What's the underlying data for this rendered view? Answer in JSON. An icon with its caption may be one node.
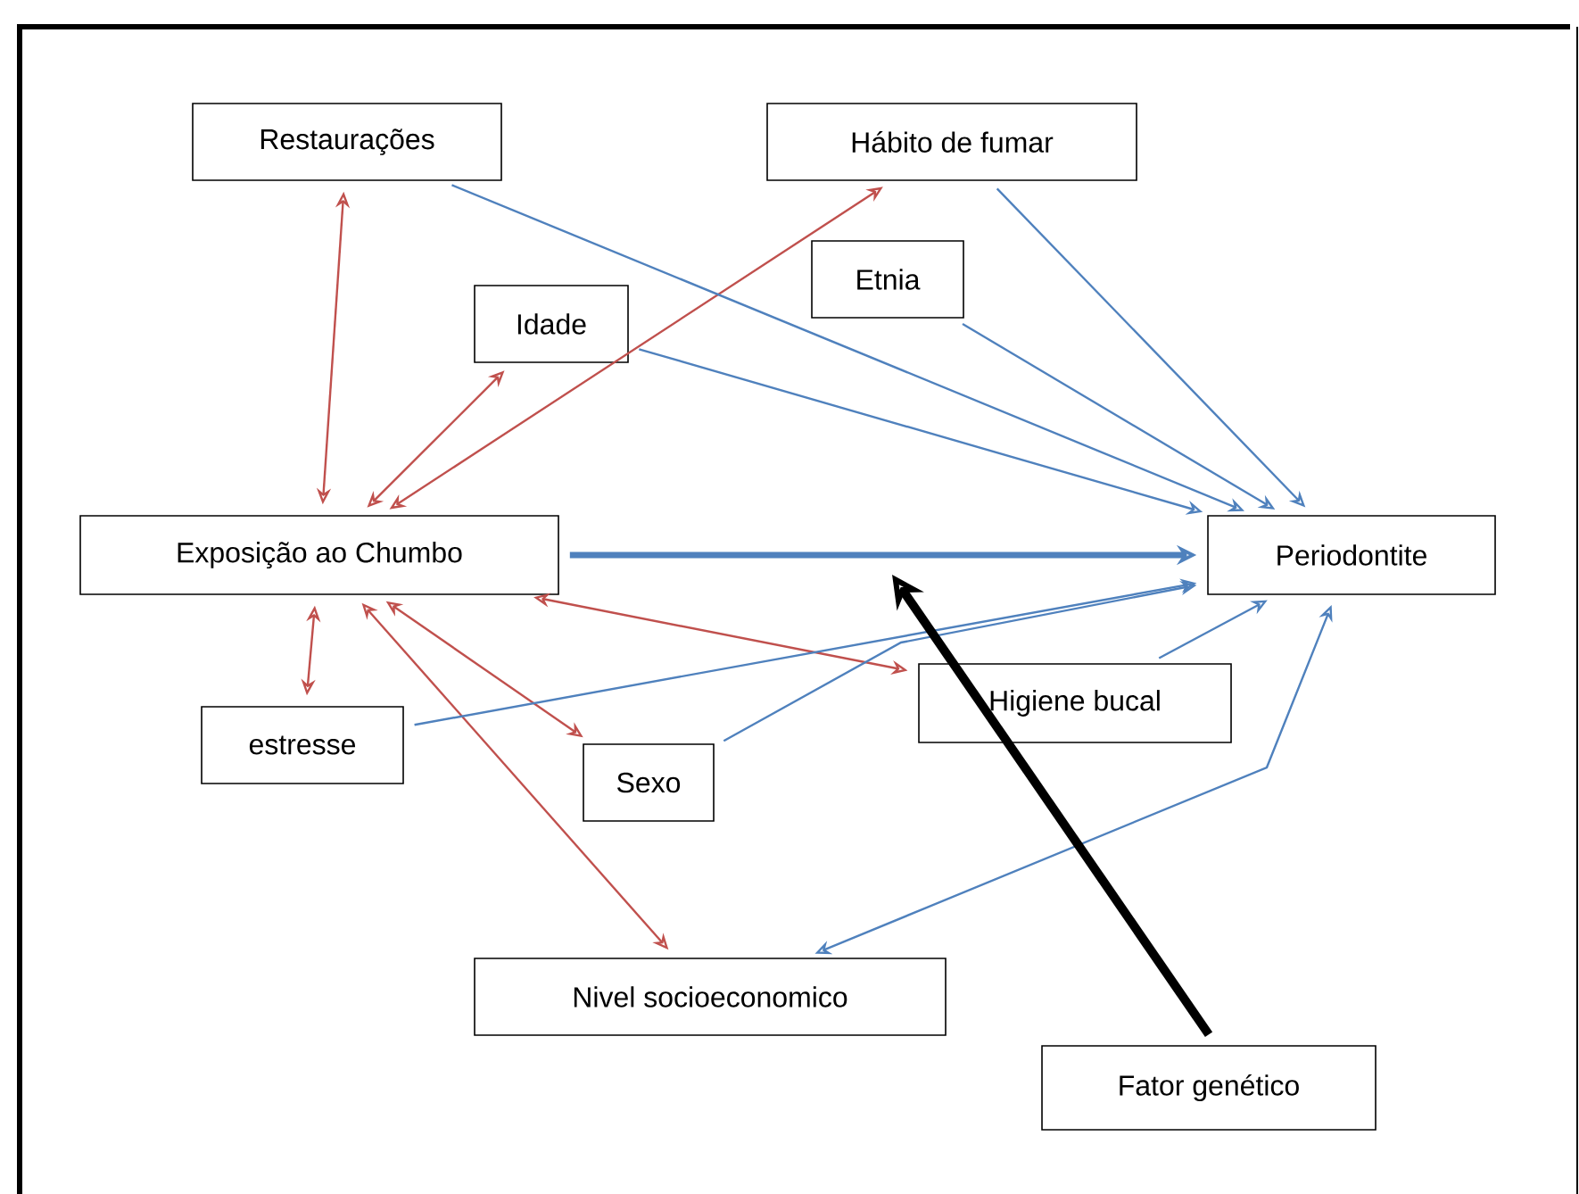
{
  "diagram": {
    "nodes": [
      {
        "text": [
          "Restaurações"
        ]
      },
      {
        "text": [
          "Hábito de fumar"
        ]
      },
      {
        "text": [
          "Etnia"
        ]
      },
      {
        "text": [
          "Idade"
        ]
      },
      {
        "text": [
          "Exposição ao Chumbo"
        ]
      },
      {
        "text": [
          "Periodontite"
        ]
      },
      {
        "text": [
          "Higiene bucal"
        ]
      },
      {
        "text": [
          "estresse"
        ]
      },
      {
        "text": [
          "Sexo"
        ]
      },
      {
        "text": [
          "Nivel socioeconomico"
        ]
      },
      {
        "text": [
          "Fator genético"
        ]
      }
    ],
    "edges": [
      {
        "from": 4,
        "to": 0,
        "arrow": "both",
        "color": "#c0504d"
      },
      {
        "from": 4,
        "to": 3,
        "arrow": "both",
        "color": "#c0504d"
      },
      {
        "from": 4,
        "to": 1,
        "arrow": "both",
        "color": "#c0504d"
      },
      {
        "from": 4,
        "to": 7,
        "arrow": "both",
        "color": "#c0504d"
      },
      {
        "from": 4,
        "to": 8,
        "arrow": "both",
        "color": "#c0504d"
      },
      {
        "from": 4,
        "to": 6,
        "arrow": "both",
        "color": "#c0504d"
      },
      {
        "from": 4,
        "to": 9,
        "arrow": "both",
        "color": "#c0504d"
      },
      {
        "from": 0,
        "to": 5,
        "arrow": "to"
      },
      {
        "from": 1,
        "to": 5,
        "arrow": "to"
      },
      {
        "from": 2,
        "to": 5,
        "arrow": "to"
      },
      {
        "from": 3,
        "to": 5,
        "arrow": "to"
      },
      {
        "from": 4,
        "to": 5,
        "arrow": "to",
        "style": "thick"
      },
      {
        "from": 7,
        "to": 5,
        "arrow": "to"
      },
      {
        "from": 8,
        "to": 5,
        "arrow": "to"
      },
      {
        "from": 6,
        "to": 5,
        "arrow": "to"
      },
      {
        "from": 9,
        "to": 5,
        "arrow": "both"
      },
      {
        "from": 10,
        "to": null,
        "arrow": "to",
        "style": "thick",
        "color": "#000000"
      }
    ]
  }
}
